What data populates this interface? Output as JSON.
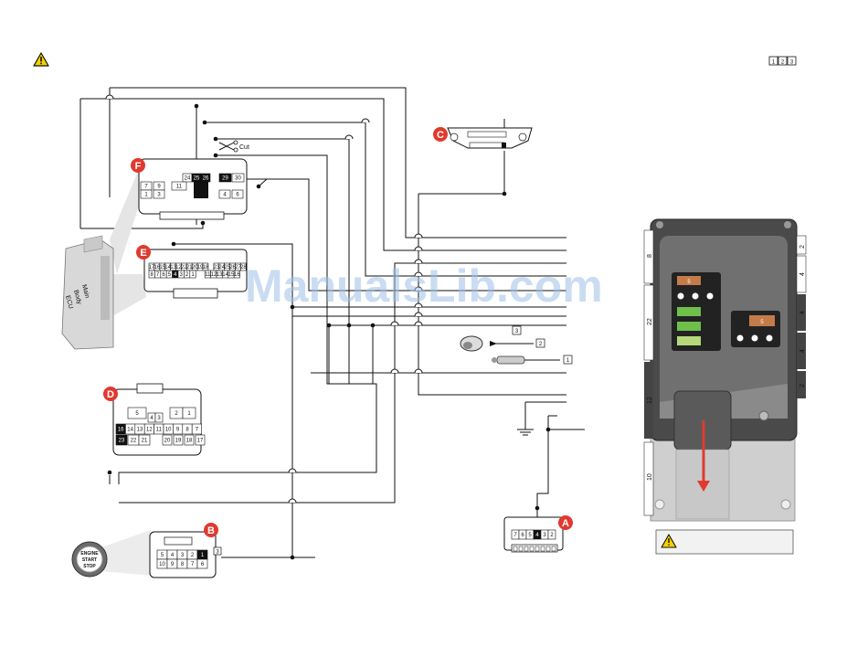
{
  "watermark": "ManualsLib.com",
  "page_index": [
    "1",
    "2",
    "3"
  ],
  "connectors": {
    "A": {
      "letter": "A",
      "pins": [
        "7",
        "6",
        "5",
        "4",
        "3",
        "2"
      ],
      "highlight": "4"
    },
    "B": {
      "letter": "B",
      "pins_top": [
        "5",
        "4",
        "3",
        "2",
        "1"
      ],
      "pins_bottom": [
        "10",
        "9",
        "8",
        "7",
        "6"
      ],
      "highlight": "1",
      "ref": "3",
      "button_lines": [
        "ENGINE",
        "START",
        "STOP"
      ]
    },
    "C": {
      "letter": "C"
    },
    "D": {
      "letter": "D",
      "row0": [
        "5",
        "2",
        "1"
      ],
      "row1": [
        "4",
        "3"
      ],
      "row2": [
        "16",
        "14",
        "13",
        "12",
        "11",
        "10",
        "9",
        "8",
        "7"
      ],
      "row3": [
        "23",
        "22",
        "21",
        "20",
        "19",
        "18",
        "17"
      ]
    },
    "E": {
      "letter": "E",
      "row1": [
        "17",
        "16",
        "15",
        "14",
        "13",
        "12",
        "22",
        "21",
        "20",
        "19",
        "18",
        "23",
        "24",
        "25",
        "26",
        "27",
        "28"
      ],
      "row2": [
        "8",
        "7",
        "6",
        "5",
        "4",
        "3",
        "2",
        "1",
        "11",
        "12",
        "13",
        "14",
        "15",
        "16"
      ],
      "highlight": "4"
    },
    "F": {
      "letter": "F",
      "row1": [
        "24",
        "25",
        "26",
        "29",
        "30"
      ],
      "row2": [
        "7",
        "9",
        "11"
      ],
      "row3": [
        "1",
        "3",
        "4",
        "6"
      ]
    }
  },
  "ecu_label": [
    "Main",
    "Body",
    "ECU"
  ],
  "cut_label": "Cut",
  "refs": [
    "3",
    "2",
    "1"
  ],
  "module": {
    "side_numbers": [
      "8",
      "22",
      "12",
      "10"
    ],
    "right_numbers": [
      "2",
      "4",
      "4",
      "4",
      "2"
    ],
    "relay_labels": [
      "5",
      "5"
    ],
    "arrow_color": "#e03a2f"
  },
  "colors": {
    "badge": "#e03a2f",
    "warning": "#f5d000",
    "wire": "#111111"
  }
}
